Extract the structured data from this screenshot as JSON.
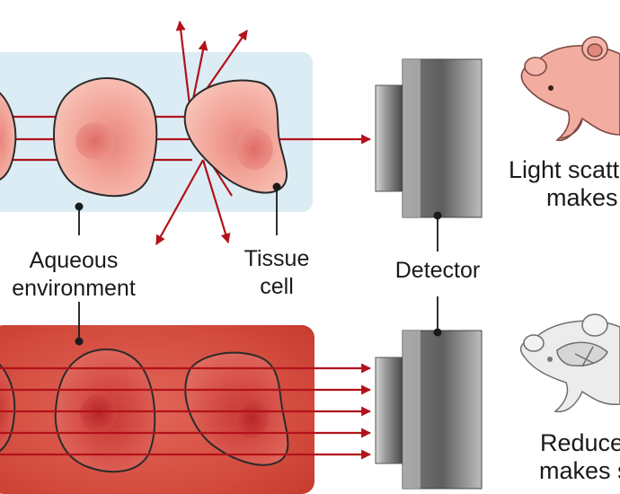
{
  "labels": {
    "aqueous_line1": "Aqueous",
    "aqueous_line2": "environment",
    "tissue_line1": "Tissue",
    "tissue_line2": "cell",
    "detector": "Detector"
  },
  "top_panel": {
    "caption_line1": "Light scatte",
    "caption_line2": "makes"
  },
  "bottom_panel": {
    "caption_line1": "Reduced",
    "caption_line2": "makes s"
  },
  "colors": {
    "top_medium": "#dcecf4",
    "bottom_medium": "#c83a2c",
    "cell_fill": "#f3a79b",
    "cell_nucleus": "#e27e74",
    "arrow": "#b2121a",
    "detector_body": "#555555"
  },
  "icons": [
    "opaque-mouse-icon",
    "transparent-mouse-icon",
    "detector-icon"
  ]
}
